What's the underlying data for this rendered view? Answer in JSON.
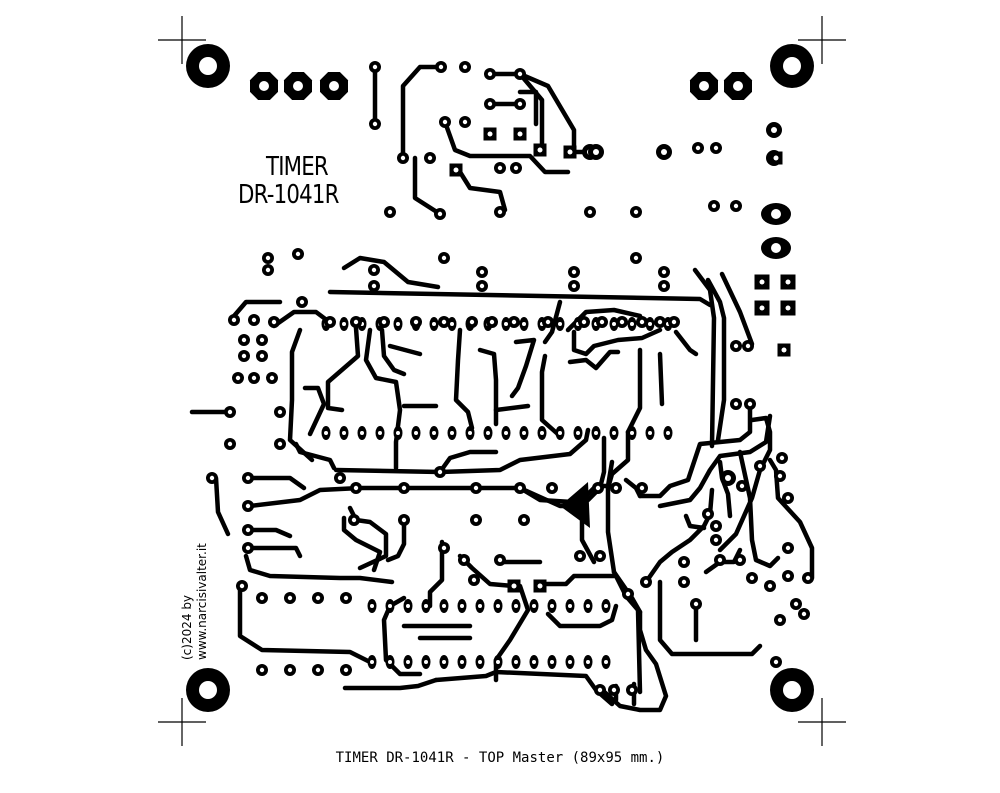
{
  "board": {
    "title_line1": "TIMER",
    "title_line2": "DR-1041R",
    "credit_line1": "(c)2024 by",
    "credit_line2": "www.narcisivalter.it",
    "caption": "TIMER DR-1041R - TOP Master (89x95 mm.)",
    "ink_color": "#000000",
    "background_color": "#ffffff"
  }
}
